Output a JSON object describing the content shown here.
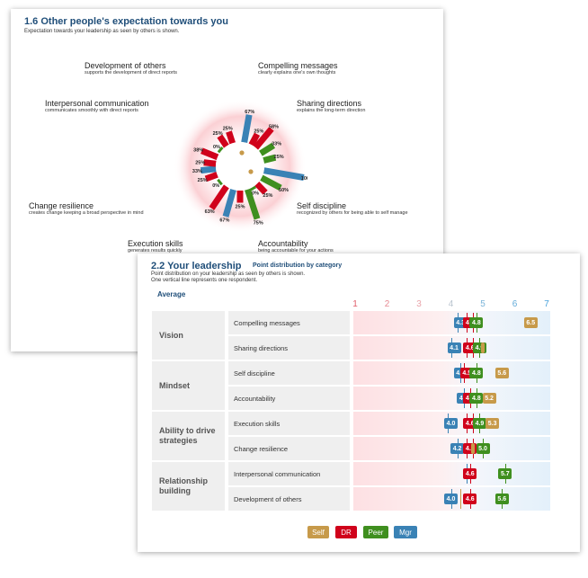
{
  "card1": {
    "title": "1.6 Other people's expectation towards you",
    "subtitle": "Expectation towards your leadership as seen by others is shown.",
    "labels": [
      {
        "name": "Development of others",
        "desc": "supports the development of direct reports"
      },
      {
        "name": "Compelling messages",
        "desc": "clearly explains one's own thoughts"
      },
      {
        "name": "Interpersonal communication",
        "desc": "communicates smoothly with direct reports"
      },
      {
        "name": "Sharing directions",
        "desc": "explains the long-term direction"
      },
      {
        "name": "Change resilience",
        "desc": "creates change keeping a broad perspective in mind"
      },
      {
        "name": "Self discipline",
        "desc": "recognized by others for being able to self manage"
      },
      {
        "name": "Execution skills",
        "desc": "generates results quickly"
      },
      {
        "name": "Accountability",
        "desc": "being accountable for your actions"
      }
    ],
    "radial": {
      "colors": {
        "DR": "#d0021b",
        "Peer": "#3f8f1f",
        "Mgr": "#3a82b5",
        "Self": "#c79a4a"
      },
      "bars": [
        {
          "angle": 10,
          "series": "Mgr",
          "value": 67,
          "label": "67%"
        },
        {
          "angle": 28,
          "series": "DR",
          "value": 25,
          "label": "25%"
        },
        {
          "angle": 40,
          "series": "DR",
          "value": 58,
          "label": "58%"
        },
        {
          "angle": 58,
          "series": "Peer",
          "value": 33,
          "label": "33%"
        },
        {
          "angle": 76,
          "series": "Peer",
          "value": 25,
          "label": "25%"
        },
        {
          "angle": 100,
          "series": "Mgr",
          "value": 100,
          "label": "100%"
        },
        {
          "angle": 118,
          "series": "Peer",
          "value": 50,
          "label": "50%"
        },
        {
          "angle": 136,
          "series": "DR",
          "value": 25,
          "label": "25%"
        },
        {
          "angle": 150,
          "series": "Peer",
          "value": 0,
          "label": "0%"
        },
        {
          "angle": 162,
          "series": "Peer",
          "value": 75,
          "label": "75%"
        },
        {
          "angle": 180,
          "series": "DR",
          "value": 25,
          "label": "25%"
        },
        {
          "angle": 196,
          "series": "Mgr",
          "value": 67,
          "label": "67%"
        },
        {
          "angle": 214,
          "series": "DR",
          "value": 63,
          "label": "63%"
        },
        {
          "angle": 232,
          "series": "Peer",
          "value": 0,
          "label": "0%"
        },
        {
          "angle": 250,
          "series": "DR",
          "value": 25,
          "label": "25%"
        },
        {
          "angle": 264,
          "series": "Mgr",
          "value": 33,
          "label": "33%"
        },
        {
          "angle": 276,
          "series": "DR",
          "value": 25,
          "label": "25%"
        },
        {
          "angle": 292,
          "series": "DR",
          "value": 38,
          "label": "38%"
        },
        {
          "angle": 310,
          "series": "Peer",
          "value": 0,
          "label": "0%"
        },
        {
          "angle": 326,
          "series": "DR",
          "value": 25,
          "label": "25%"
        },
        {
          "angle": 342,
          "series": "DR",
          "value": 25,
          "label": "25%"
        }
      ]
    }
  },
  "card2": {
    "title": "2.2 Your leadership",
    "title_sub": "Point distribution by category",
    "sub1": "Point distribution on your leadership as seen by others is shown.",
    "sub2": "One vertical line represents one respondent.",
    "average": "Average",
    "scale": [
      "1",
      "2",
      "3",
      "4",
      "5",
      "6",
      "7"
    ],
    "colors": {
      "Self": "#c79a4a",
      "DR": "#d0021b",
      "Peer": "#3f8f1f",
      "Mgr": "#3a82b5"
    },
    "groups": [
      {
        "name": "Vision",
        "rows": [
          {
            "label": "Compelling messages",
            "markers": [
              {
                "s": "Mgr",
                "v": 4.3,
                "t": "4.3"
              },
              {
                "s": "DR",
                "v": 4.6,
                "t": "4.6"
              },
              {
                "s": "Peer",
                "v": 4.8,
                "t": "4.8"
              },
              {
                "s": "Self",
                "v": 6.5,
                "t": "6.5"
              }
            ],
            "lines": [
              {
                "s": "Mgr",
                "v": 4.2
              },
              {
                "s": "DR",
                "v": 4.5
              },
              {
                "s": "DR",
                "v": 4.7
              },
              {
                "s": "Peer",
                "v": 4.8
              }
            ]
          },
          {
            "label": "Sharing directions",
            "markers": [
              {
                "s": "Mgr",
                "v": 4.1,
                "t": "4.1"
              },
              {
                "s": "DR",
                "v": 4.6,
                "t": "4.6"
              },
              {
                "s": "Peer",
                "v": 4.9,
                "t": "4.9"
              },
              {
                "s": "Self",
                "v": 5.0,
                "t": ""
              }
            ],
            "lines": [
              {
                "s": "Mgr",
                "v": 4.0
              },
              {
                "s": "DR",
                "v": 4.5
              },
              {
                "s": "DR",
                "v": 4.7
              },
              {
                "s": "Peer",
                "v": 4.9
              }
            ]
          }
        ]
      },
      {
        "name": "Mindset",
        "rows": [
          {
            "label": "Self discipline",
            "markers": [
              {
                "s": "Mgr",
                "v": 4.3,
                "t": "4.3"
              },
              {
                "s": "DR",
                "v": 4.5,
                "t": "4.5"
              },
              {
                "s": "Peer",
                "v": 4.8,
                "t": "4.8"
              },
              {
                "s": "Self",
                "v": 5.6,
                "t": "5.6"
              }
            ],
            "lines": [
              {
                "s": "Mgr",
                "v": 4.3
              },
              {
                "s": "DR",
                "v": 4.4
              },
              {
                "s": "Peer",
                "v": 4.8
              }
            ]
          },
          {
            "label": "Accountability",
            "markers": [
              {
                "s": "Mgr",
                "v": 4.4,
                "t": "4.4"
              },
              {
                "s": "DR",
                "v": 4.6,
                "t": "4.6"
              },
              {
                "s": "Peer",
                "v": 4.8,
                "t": "4.8"
              },
              {
                "s": "Self",
                "v": 5.2,
                "t": "5.2"
              }
            ],
            "lines": [
              {
                "s": "Mgr",
                "v": 4.4
              },
              {
                "s": "DR",
                "v": 4.6
              },
              {
                "s": "Peer",
                "v": 4.8
              }
            ]
          }
        ]
      },
      {
        "name": "Ability to drive strategies",
        "rows": [
          {
            "label": "Execution skills",
            "markers": [
              {
                "s": "Mgr",
                "v": 4.0,
                "t": "4.0"
              },
              {
                "s": "DR",
                "v": 4.6,
                "t": "4.6"
              },
              {
                "s": "Peer",
                "v": 4.9,
                "t": "4.9"
              },
              {
                "s": "Self",
                "v": 5.3,
                "t": "5.3"
              }
            ],
            "lines": [
              {
                "s": "Mgr",
                "v": 3.9
              },
              {
                "s": "DR",
                "v": 4.5
              },
              {
                "s": "DR",
                "v": 4.7
              },
              {
                "s": "Peer",
                "v": 4.9
              }
            ]
          },
          {
            "label": "Change resilience",
            "markers": [
              {
                "s": "Mgr",
                "v": 4.2,
                "t": "4.2"
              },
              {
                "s": "DR",
                "v": 4.6,
                "t": "4.6"
              },
              {
                "s": "Peer",
                "v": 5.0,
                "t": "5.0"
              },
              {
                "s": "Self",
                "v": 4.7,
                "t": ""
              }
            ],
            "lines": [
              {
                "s": "Mgr",
                "v": 4.2
              },
              {
                "s": "DR",
                "v": 4.5
              },
              {
                "s": "DR",
                "v": 4.7
              },
              {
                "s": "Peer",
                "v": 5.0
              }
            ]
          }
        ]
      },
      {
        "name": "Relationship building",
        "rows": [
          {
            "label": "Interpersonal communication",
            "markers": [
              {
                "s": "Mgr",
                "v": 4.5,
                "t": ""
              },
              {
                "s": "DR",
                "v": 4.6,
                "t": "4.6"
              },
              {
                "s": "Peer",
                "v": 5.7,
                "t": "5.7"
              }
            ],
            "lines": [
              {
                "s": "Mgr",
                "v": 4.5
              },
              {
                "s": "DR",
                "v": 4.6
              },
              {
                "s": "Peer",
                "v": 5.7
              }
            ]
          },
          {
            "label": "Development of others",
            "markers": [
              {
                "s": "Mgr",
                "v": 4.0,
                "t": "4.0"
              },
              {
                "s": "DR",
                "v": 4.6,
                "t": "4.6"
              },
              {
                "s": "Peer",
                "v": 5.6,
                "t": "5.6"
              }
            ],
            "lines": [
              {
                "s": "Mgr",
                "v": 4.0
              },
              {
                "s": "Self",
                "v": 4.3
              },
              {
                "s": "DR",
                "v": 4.6
              },
              {
                "s": "Peer",
                "v": 5.6
              }
            ]
          }
        ]
      }
    ],
    "legend": [
      "Self",
      "DR",
      "Peer",
      "Mgr"
    ]
  }
}
